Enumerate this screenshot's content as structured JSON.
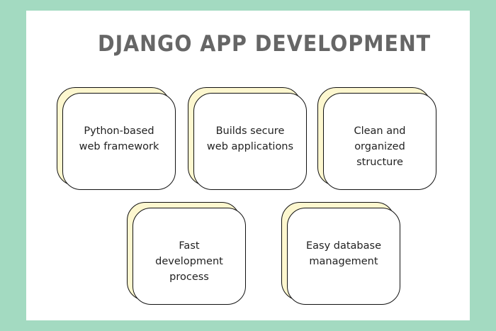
{
  "title": "DJANGO APP DEVELOPMENT",
  "cards": [
    {
      "lines": [
        "Python-based",
        "web framework"
      ]
    },
    {
      "lines": [
        "Builds secure",
        "web applications"
      ]
    },
    {
      "lines": [
        "Clean and",
        "organized",
        "structure"
      ]
    },
    {
      "lines": [
        "Fast",
        "development",
        "process"
      ]
    },
    {
      "lines": [
        "Easy database",
        "management"
      ]
    }
  ],
  "colors": {
    "background": "#a3dac1",
    "card_back": "#fdf7cf",
    "title": "#666666"
  }
}
